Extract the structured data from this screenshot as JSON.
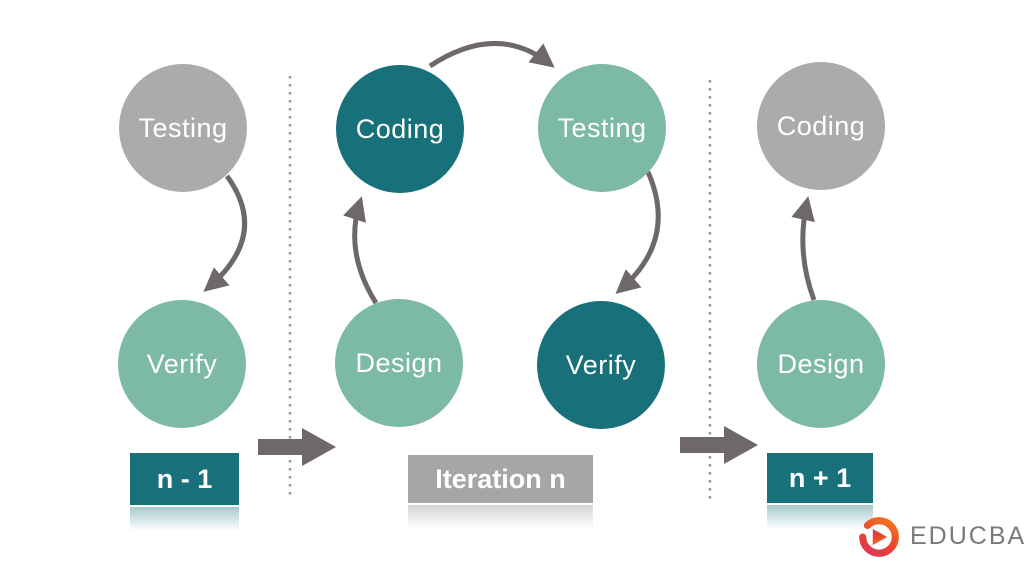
{
  "sections": [
    {
      "badge": "n - 1",
      "circles": [
        {
          "label": "Testing"
        },
        {
          "label": "Verify"
        }
      ]
    },
    {
      "badge": "Iteration n",
      "circles": [
        {
          "label": "Coding"
        },
        {
          "label": "Testing"
        },
        {
          "label": "Design"
        },
        {
          "label": "Verify"
        }
      ]
    },
    {
      "badge": "n + 1",
      "circles": [
        {
          "label": "Coding"
        },
        {
          "label": "Design"
        }
      ]
    }
  ],
  "colors": {
    "teal": "#17707a",
    "sage_green": "#7dbaa4",
    "circle_gray": "#ababab",
    "badge_gray": "#a6a6a6",
    "arrow_gray": "#6e6868",
    "dotted_line_gray": "#9b9b9b",
    "logo_red": "#e8432e",
    "logo_orange": "#f26a21",
    "logo_text_gray": "#797a7d"
  },
  "logo": {
    "brand": "EDUCBA"
  }
}
